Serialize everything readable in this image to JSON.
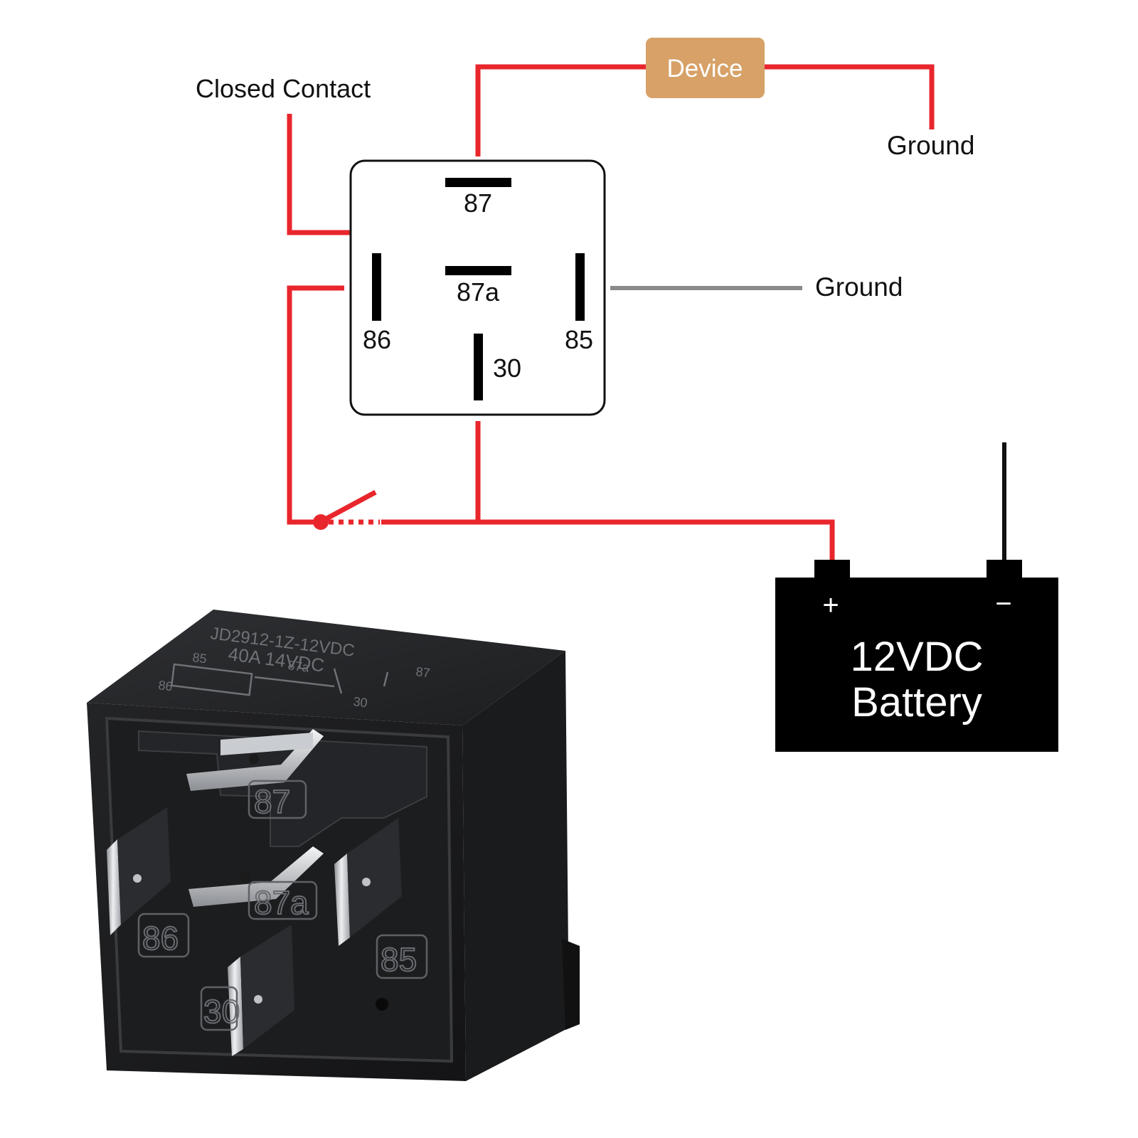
{
  "labels": {
    "closed_contact": "Closed Contact",
    "device": "Device",
    "ground_top": "Ground",
    "ground_mid": "Ground"
  },
  "relay_pins": {
    "p87": "87",
    "p87a": "87a",
    "p86": "86",
    "p85": "85",
    "p30": "30"
  },
  "battery": {
    "plus": "+",
    "minus": "−",
    "line1": "12VDC",
    "line2": "Battery"
  },
  "relay_photo": {
    "model": "JD2912-1Z-12VDC",
    "rating": "40A  14VDC",
    "sch_85": "85",
    "sch_86": "86",
    "sch_87a": "87a",
    "sch_87": "87",
    "sch_30": "30",
    "mold_87": "87",
    "mold_87a": "87a",
    "mold_86": "86",
    "mold_85": "85",
    "mold_30": "30"
  },
  "colors": {
    "wire": "#e8262c",
    "ground_wire": "#8a8a8a",
    "device_box": "#d7a167",
    "battery": "#000000",
    "relay_body": "#2a2a2c"
  }
}
